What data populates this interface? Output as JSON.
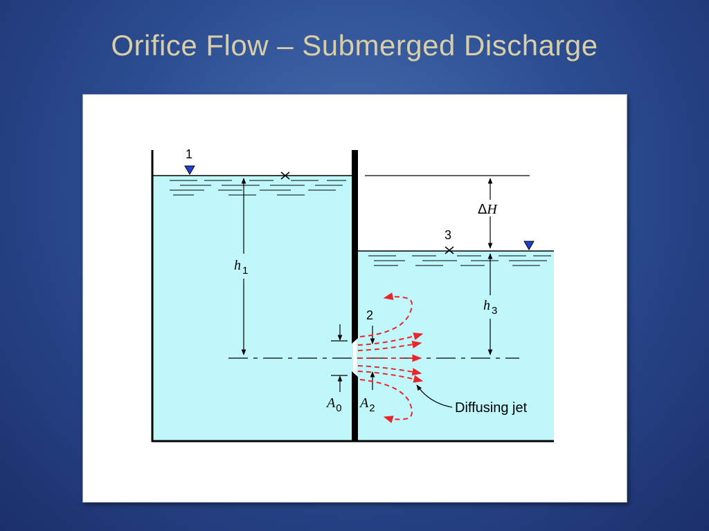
{
  "slide": {
    "title": "Orifice Flow – Submerged Discharge"
  },
  "diagram": {
    "labels": {
      "point_1": "1",
      "point_2": "2",
      "point_3": "3",
      "delta_h_delta": "Δ",
      "delta_h_var": "H",
      "h1_var": "h",
      "h1_sub": "1",
      "h3_var": "h",
      "h3_sub": "3",
      "a0_var": "A",
      "a0_sub": "0",
      "a2_var": "A",
      "a2_sub": "2",
      "diffusing_jet": "Diffusing jet"
    },
    "colors": {
      "water": "#bff7fb",
      "wall": "#000000",
      "jet": "#e8262b",
      "surface_marker": "#1f3fd1"
    }
  }
}
